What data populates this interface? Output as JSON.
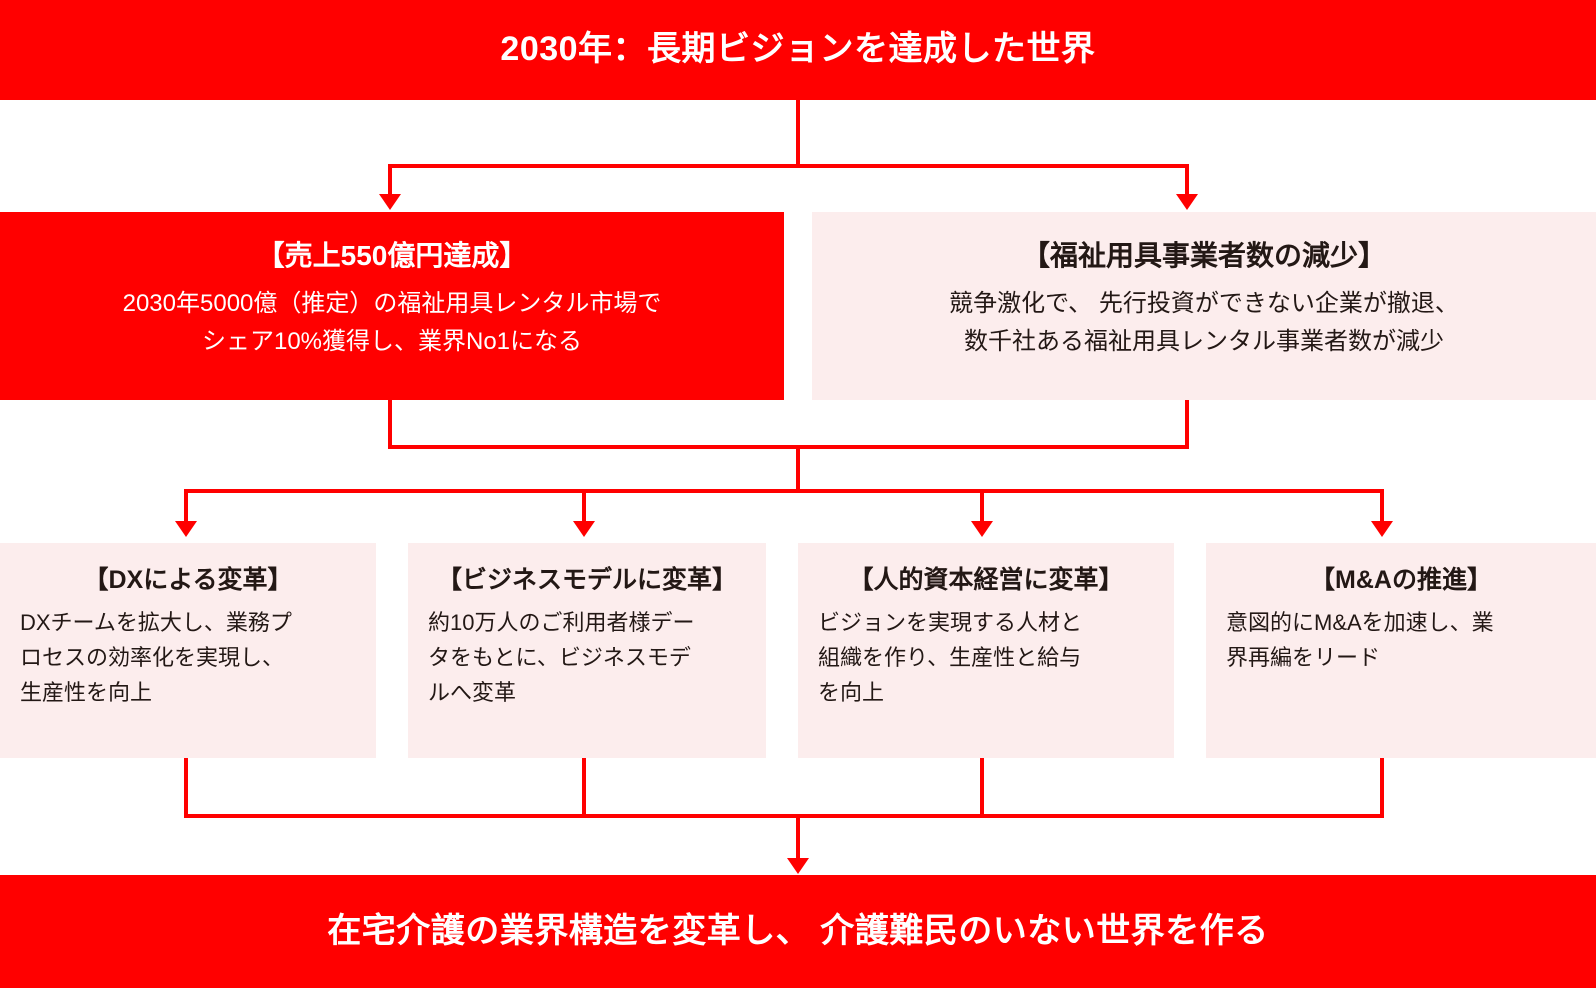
{
  "header": {
    "title": "2030年：長期ビジョンを達成した世界"
  },
  "footer": {
    "title": "在宅介護の業界構造を変革し、 介護難民のいない世界を作る"
  },
  "colors": {
    "accent_red": "#ff0000",
    "pale_pink": "#fceded",
    "text_dark": "#231815",
    "text_light": "#ffffff"
  },
  "top_row": [
    {
      "id": "sales",
      "title": "【売上550億円達成】",
      "body": "2030年5000億（推定）の福祉用具レンタル市場で\nシェア10%獲得し、業界No1になる",
      "style": "red"
    },
    {
      "id": "decline",
      "title": "【福祉用具事業者数の減少】",
      "body": "競争激化で、 先行投資ができない企業が撤退、\n数千社ある福祉用具レンタル事業者数が減少",
      "style": "pink"
    }
  ],
  "mid_row": [
    {
      "id": "dx",
      "title": "【DXによる変革】",
      "body": "DXチームを拡大し、業務プ\nロセスの効率化を実現し、\n生産性を向上",
      "style": "pink"
    },
    {
      "id": "business-model",
      "title": "【ビジネスモデルに変革】",
      "body": "約10万人のご利用者様デー\nタをもとに、ビジネスモデ\nルへ変革",
      "style": "pink"
    },
    {
      "id": "human-capital",
      "title": "【人的資本経営に変革】",
      "body": "ビジョンを実現する人材と\n組織を作り、生産性と給与\nを向上",
      "style": "pink"
    },
    {
      "id": "mna",
      "title": "【M&Aの推進】",
      "body": "意図的にM&Aを加速し、業\n界再編をリード",
      "style": "pink"
    }
  ]
}
